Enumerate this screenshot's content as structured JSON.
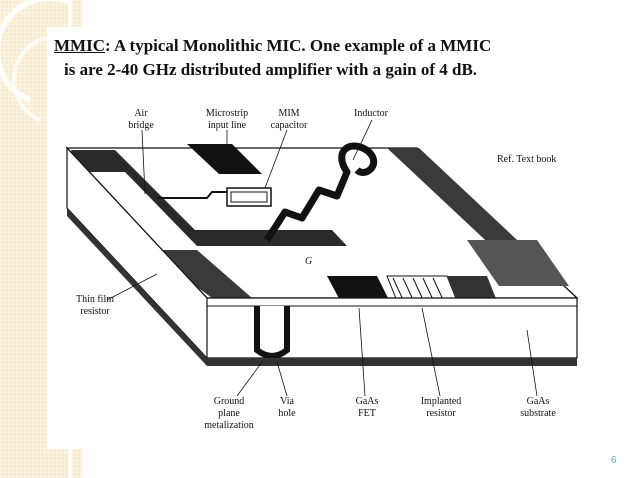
{
  "slide": {
    "title_term": "MMIC",
    "title_rest": ": A typical Monolithic MIC. One example of a MMIC",
    "title_line2": "is are 2-40 GHz distributed amplifier with a gain of 4 dB.",
    "page_number": "6"
  },
  "diagram": {
    "reference": "Ref. Text book",
    "labels": {
      "air_bridge": [
        "Air",
        "bridge"
      ],
      "microstrip": [
        "Microstrip",
        "input line"
      ],
      "mim": [
        "MIM",
        "capacitor"
      ],
      "inductor": "Inductor",
      "gate": "G",
      "thin_film": [
        "Thin film",
        "resistor"
      ],
      "ground_plane": [
        "Ground",
        "plane",
        "metalization"
      ],
      "via_hole": [
        "Via",
        "hole"
      ],
      "gaas_fet": [
        "GaAs",
        "FET"
      ],
      "implanted": [
        "Implanted",
        "resistor"
      ],
      "substrate": [
        "GaAs",
        "substrate"
      ]
    }
  },
  "colors": {
    "accent": "#6aa8c8",
    "side_band": "#f7eccd"
  }
}
